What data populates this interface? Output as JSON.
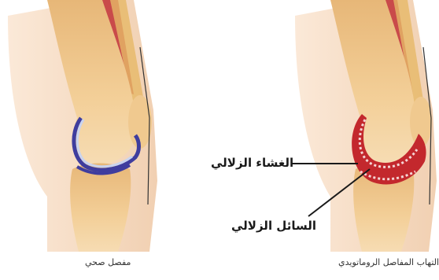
{
  "diagram": {
    "caption_healthy": "مفصل صحي",
    "caption_ra": "التهاب المفاصل الروماتويدي",
    "label_membrane": "الغشاء الزلالي",
    "label_fluid": "السائل الزلالي"
  },
  "colors": {
    "skin": "#f6dcc4",
    "bone": "#f2c990",
    "cartilage_healthy": "#3f3d9e",
    "synovium_inflamed": "#c3282d",
    "muscle": "#c94a4a"
  }
}
